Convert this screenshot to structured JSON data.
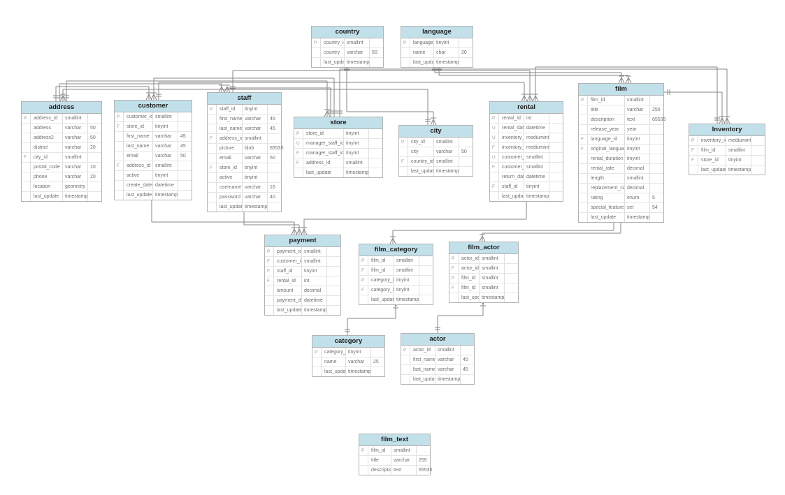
{
  "colors": {
    "header_bg": "#c2e0ea",
    "table_border": "#b3b3b3",
    "grid_line": "#dedede",
    "row_text": "#6e6e6e",
    "header_text": "#1b1b1b",
    "key_text": "#9a9a9a",
    "connector": "#868686"
  },
  "tables": [
    {
      "id": "country",
      "title": "country",
      "fields": [
        {
          "key": "P",
          "name": "country_id",
          "type": "smallint",
          "size": ""
        },
        {
          "key": "",
          "name": "country",
          "type": "varchar",
          "size": "50"
        },
        {
          "key": "",
          "name": "last_update",
          "type": "timestamp",
          "size": ""
        }
      ]
    },
    {
      "id": "language",
      "title": "language",
      "fields": [
        {
          "key": "P",
          "name": "language_id",
          "type": "tinyint",
          "size": ""
        },
        {
          "key": "",
          "name": "name",
          "type": "char",
          "size": "20"
        },
        {
          "key": "",
          "name": "last_update",
          "type": "timestamp",
          "size": ""
        }
      ]
    },
    {
      "id": "address",
      "title": "address",
      "fields": [
        {
          "key": "P",
          "name": "address_id",
          "type": "smallint",
          "size": ""
        },
        {
          "key": "",
          "name": "address",
          "type": "varchar",
          "size": "50"
        },
        {
          "key": "",
          "name": "address2",
          "type": "varchar",
          "size": "50"
        },
        {
          "key": "",
          "name": "district",
          "type": "varchar",
          "size": "20"
        },
        {
          "key": "F",
          "name": "city_id",
          "type": "smallint",
          "size": ""
        },
        {
          "key": "",
          "name": "postal_code",
          "type": "varchar",
          "size": "10"
        },
        {
          "key": "",
          "name": "phone",
          "type": "varchar",
          "size": "20"
        },
        {
          "key": "",
          "name": "location",
          "type": "geometry",
          "size": ""
        },
        {
          "key": "",
          "name": "last_update",
          "type": "timestamp",
          "size": ""
        }
      ]
    },
    {
      "id": "customer",
      "title": "customer",
      "fields": [
        {
          "key": "P",
          "name": "customer_id",
          "type": "smallint",
          "size": ""
        },
        {
          "key": "F",
          "name": "store_id",
          "type": "tinyint",
          "size": ""
        },
        {
          "key": "",
          "name": "first_name",
          "type": "varchar",
          "size": "45"
        },
        {
          "key": "",
          "name": "last_name",
          "type": "varchar",
          "size": "45"
        },
        {
          "key": "",
          "name": "email",
          "type": "varchar",
          "size": "50"
        },
        {
          "key": "F",
          "name": "address_id",
          "type": "smallint",
          "size": ""
        },
        {
          "key": "",
          "name": "active",
          "type": "tinyint",
          "size": ""
        },
        {
          "key": "",
          "name": "create_date",
          "type": "datetime",
          "size": ""
        },
        {
          "key": "",
          "name": "last_update",
          "type": "timestamp",
          "size": ""
        }
      ]
    },
    {
      "id": "staff",
      "title": "staff",
      "fields": [
        {
          "key": "P",
          "name": "staff_id",
          "type": "tinyint",
          "size": ""
        },
        {
          "key": "",
          "name": "first_name",
          "type": "varchar",
          "size": "45"
        },
        {
          "key": "",
          "name": "last_name",
          "type": "varchar",
          "size": "45"
        },
        {
          "key": "F",
          "name": "address_id",
          "type": "smallint",
          "size": ""
        },
        {
          "key": "",
          "name": "picture",
          "type": "blob",
          "size": "65535"
        },
        {
          "key": "",
          "name": "email",
          "type": "varchar",
          "size": "50"
        },
        {
          "key": "F",
          "name": "store_id",
          "type": "tinyint",
          "size": ""
        },
        {
          "key": "",
          "name": "active",
          "type": "tinyint",
          "size": ""
        },
        {
          "key": "",
          "name": "username",
          "type": "varchar",
          "size": "16"
        },
        {
          "key": "",
          "name": "password",
          "type": "varchar",
          "size": "40"
        },
        {
          "key": "",
          "name": "last_update",
          "type": "timestamp",
          "size": ""
        }
      ]
    },
    {
      "id": "store",
      "title": "store",
      "fields": [
        {
          "key": "P",
          "name": "store_id",
          "type": "tinyint",
          "size": ""
        },
        {
          "key": "U",
          "name": "manager_staff_id",
          "type": "tinyint",
          "size": ""
        },
        {
          "key": "F",
          "name": "manager_staff_id",
          "type": "tinyint",
          "size": ""
        },
        {
          "key": "F",
          "name": "address_id",
          "type": "smallint",
          "size": ""
        },
        {
          "key": "",
          "name": "last_update",
          "type": "timestamp",
          "size": ""
        }
      ]
    },
    {
      "id": "city",
      "title": "city",
      "fields": [
        {
          "key": "P",
          "name": "city_id",
          "type": "smallint",
          "size": ""
        },
        {
          "key": "",
          "name": "city",
          "type": "varchar",
          "size": "50"
        },
        {
          "key": "F",
          "name": "country_id",
          "type": "smallint",
          "size": ""
        },
        {
          "key": "",
          "name": "last_update",
          "type": "timestamp",
          "size": ""
        }
      ]
    },
    {
      "id": "rental",
      "title": "rental",
      "fields": [
        {
          "key": "P",
          "name": "rental_id",
          "type": "int",
          "size": ""
        },
        {
          "key": "U",
          "name": "rental_date",
          "type": "datetime",
          "size": ""
        },
        {
          "key": "U",
          "name": "inventory_id",
          "type": "mediumint",
          "size": ""
        },
        {
          "key": "F",
          "name": "inventory_id",
          "type": "mediumint",
          "size": ""
        },
        {
          "key": "U",
          "name": "customer_id",
          "type": "smallint",
          "size": ""
        },
        {
          "key": "F",
          "name": "customer_id",
          "type": "smallint",
          "size": ""
        },
        {
          "key": "",
          "name": "return_date",
          "type": "datetime",
          "size": ""
        },
        {
          "key": "F",
          "name": "staff_id",
          "type": "tinyint",
          "size": ""
        },
        {
          "key": "",
          "name": "last_update",
          "type": "timestamp",
          "size": ""
        }
      ]
    },
    {
      "id": "film",
      "title": "film",
      "fields": [
        {
          "key": "P",
          "name": "film_id",
          "type": "smallint",
          "size": ""
        },
        {
          "key": "",
          "name": "title",
          "type": "varchar",
          "size": "255"
        },
        {
          "key": "",
          "name": "description",
          "type": "text",
          "size": "65535"
        },
        {
          "key": "",
          "name": "release_year",
          "type": "year",
          "size": ""
        },
        {
          "key": "F",
          "name": "language_id",
          "type": "tinyint",
          "size": ""
        },
        {
          "key": "F",
          "name": "original_language_id",
          "type": "tinyint",
          "size": ""
        },
        {
          "key": "",
          "name": "rental_duration",
          "type": "tinyint",
          "size": ""
        },
        {
          "key": "",
          "name": "rental_rate",
          "type": "decimal",
          "size": ""
        },
        {
          "key": "",
          "name": "length",
          "type": "smallint",
          "size": ""
        },
        {
          "key": "",
          "name": "replacement_cost",
          "type": "decimal",
          "size": ""
        },
        {
          "key": "",
          "name": "rating",
          "type": "enum",
          "size": "5"
        },
        {
          "key": "",
          "name": "special_features",
          "type": "set",
          "size": "54"
        },
        {
          "key": "",
          "name": "last_update",
          "type": "timestamp",
          "size": ""
        }
      ]
    },
    {
      "id": "inventory",
      "title": "Inventory",
      "fields": [
        {
          "key": "P",
          "name": "inventory_id",
          "type": "mediumint",
          "size": ""
        },
        {
          "key": "F",
          "name": "film_id",
          "type": "smallint",
          "size": ""
        },
        {
          "key": "F",
          "name": "store_id",
          "type": "tinyint",
          "size": ""
        },
        {
          "key": "",
          "name": "last_update",
          "type": "timestamp",
          "size": ""
        }
      ]
    },
    {
      "id": "payment",
      "title": "payment",
      "fields": [
        {
          "key": "P",
          "name": "payment_id",
          "type": "smallint",
          "size": ""
        },
        {
          "key": "F",
          "name": "customer_id",
          "type": "smallint",
          "size": ""
        },
        {
          "key": "F",
          "name": "staff_id",
          "type": "tinyint",
          "size": ""
        },
        {
          "key": "F",
          "name": "rental_id",
          "type": "int",
          "size": ""
        },
        {
          "key": "",
          "name": "amount",
          "type": "decimal",
          "size": ""
        },
        {
          "key": "",
          "name": "payment_date",
          "type": "datetime",
          "size": ""
        },
        {
          "key": "",
          "name": "last_update",
          "type": "timestamp",
          "size": ""
        }
      ]
    },
    {
      "id": "film_category",
      "title": "film_category",
      "fields": [
        {
          "key": "P",
          "name": "film_id",
          "type": "smallint",
          "size": ""
        },
        {
          "key": "F",
          "name": "film_id",
          "type": "smallint",
          "size": ""
        },
        {
          "key": "P",
          "name": "category_id",
          "type": "tinyint",
          "size": ""
        },
        {
          "key": "F",
          "name": "category_id",
          "type": "tinyint",
          "size": ""
        },
        {
          "key": "",
          "name": "last_update",
          "type": "timestamp",
          "size": ""
        }
      ]
    },
    {
      "id": "film_actor",
      "title": "film_actor",
      "fields": [
        {
          "key": "P",
          "name": "actor_id",
          "type": "smallint",
          "size": ""
        },
        {
          "key": "F",
          "name": "actor_id",
          "type": "smallint",
          "size": ""
        },
        {
          "key": "P",
          "name": "film_id",
          "type": "smallint",
          "size": ""
        },
        {
          "key": "F",
          "name": "film_id",
          "type": "smallint",
          "size": ""
        },
        {
          "key": "",
          "name": "last_update",
          "type": "timestamp",
          "size": ""
        }
      ]
    },
    {
      "id": "category",
      "title": "category",
      "fields": [
        {
          "key": "P",
          "name": "category_id",
          "type": "tinyint",
          "size": ""
        },
        {
          "key": "",
          "name": "name",
          "type": "varchar",
          "size": "25"
        },
        {
          "key": "",
          "name": "last_update",
          "type": "timestamp",
          "size": ""
        }
      ]
    },
    {
      "id": "actor",
      "title": "actor",
      "fields": [
        {
          "key": "P",
          "name": "actor_id",
          "type": "smallint",
          "size": ""
        },
        {
          "key": "",
          "name": "first_name",
          "type": "varchar",
          "size": "45"
        },
        {
          "key": "",
          "name": "last_name",
          "type": "varchar",
          "size": "45"
        },
        {
          "key": "",
          "name": "last_update",
          "type": "timestamp",
          "size": ""
        }
      ]
    },
    {
      "id": "film_text",
      "title": "film_text",
      "fields": [
        {
          "key": "P",
          "name": "film_id",
          "type": "smallint",
          "size": ""
        },
        {
          "key": "",
          "name": "title",
          "type": "varchar",
          "size": "255"
        },
        {
          "key": "",
          "name": "description",
          "type": "text",
          "size": "65535"
        }
      ]
    }
  ],
  "relationships": [
    {
      "from": "city",
      "to": "address"
    },
    {
      "from": "country",
      "to": "city"
    },
    {
      "from": "language",
      "to": "film"
    },
    {
      "from": "language",
      "to": "film"
    },
    {
      "from": "address",
      "to": "customer"
    },
    {
      "from": "address",
      "to": "staff"
    },
    {
      "from": "address",
      "to": "store"
    },
    {
      "from": "store",
      "to": "customer"
    },
    {
      "from": "store",
      "to": "staff"
    },
    {
      "from": "store",
      "to": "inventory"
    },
    {
      "from": "customer",
      "to": "rental"
    },
    {
      "from": "staff",
      "to": "rental"
    },
    {
      "from": "inventory",
      "to": "rental"
    },
    {
      "from": "film",
      "to": "inventory"
    },
    {
      "from": "customer",
      "to": "payment"
    },
    {
      "from": "staff",
      "to": "payment"
    },
    {
      "from": "rental",
      "to": "payment"
    },
    {
      "from": "film",
      "to": "film_category"
    },
    {
      "from": "film",
      "to": "film_actor"
    },
    {
      "from": "category",
      "to": "film_category"
    },
    {
      "from": "actor",
      "to": "film_actor"
    }
  ]
}
